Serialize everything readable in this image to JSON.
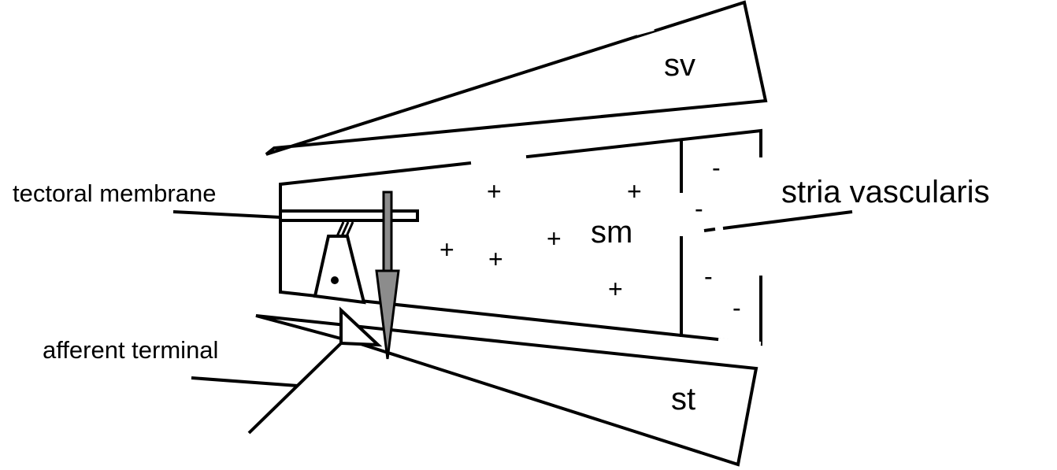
{
  "labels": {
    "scala_vestibuli": "sv",
    "scala_media": "sm",
    "scala_tympani": "st",
    "stria_vascularis": "stria vascularis",
    "tectoral_membrane": "tectoral membrane",
    "afferent_terminal": "afferent terminal"
  },
  "signs": {
    "positive": "+",
    "negative": "-"
  },
  "colors": {
    "line": "#000000",
    "background": "#ffffff",
    "arrow_fill": "#8c8c8c"
  }
}
